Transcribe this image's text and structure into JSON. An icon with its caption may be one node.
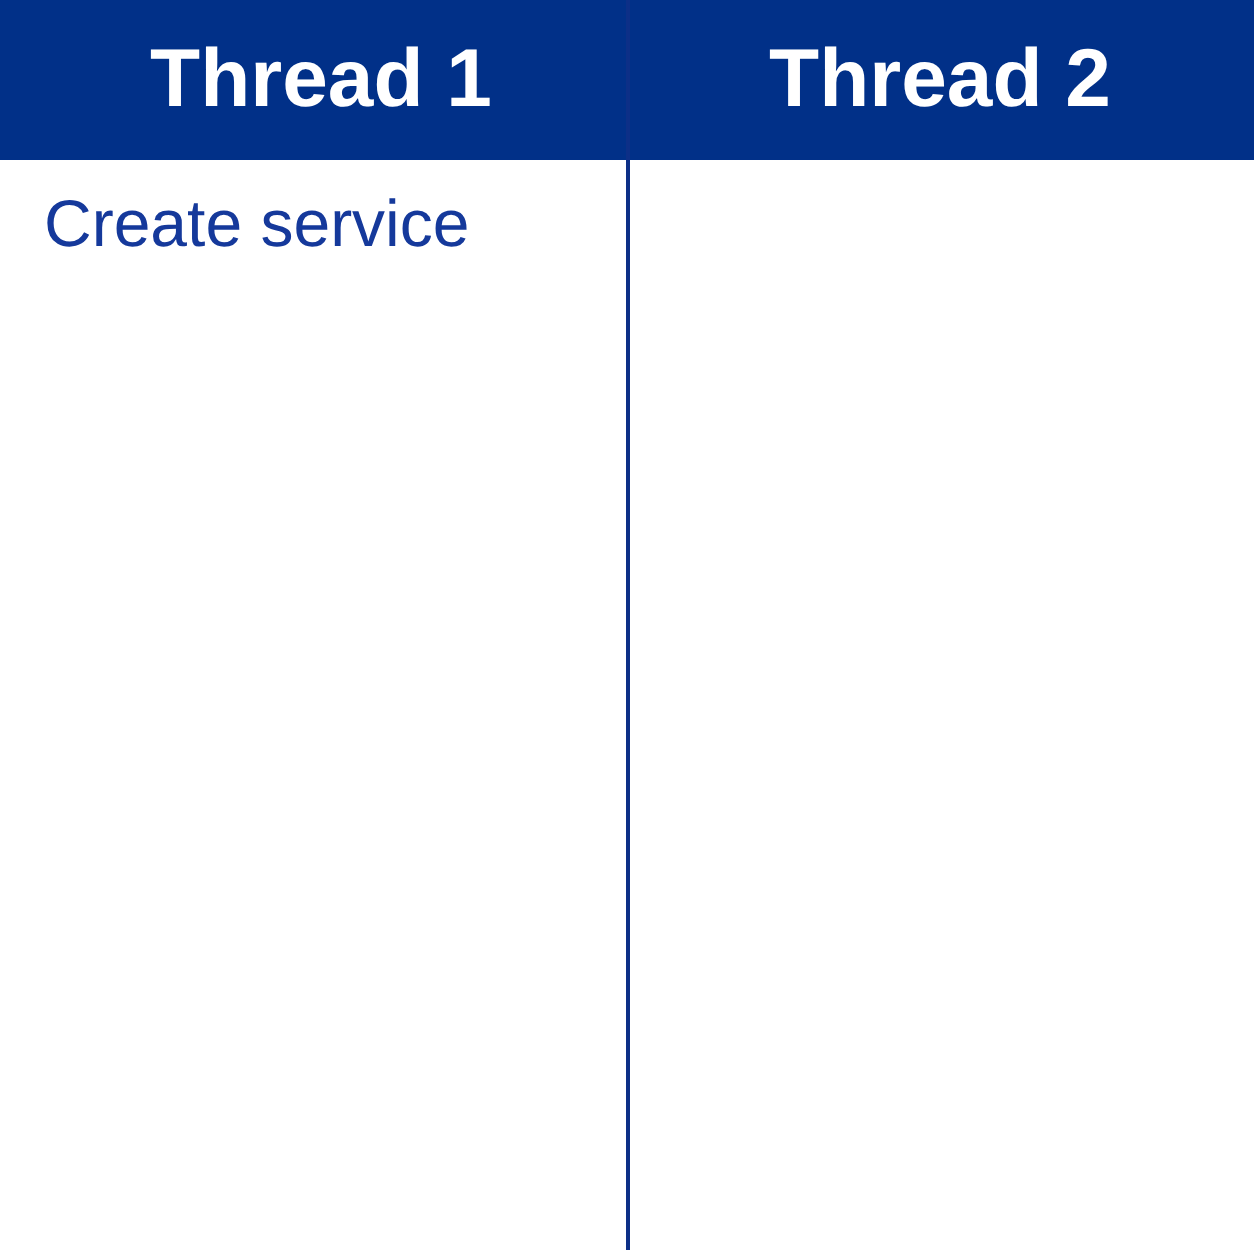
{
  "diagram": {
    "nodes": [
      {
        "text": [
          "Thread 1"
        ]
      },
      {
        "text": [
          "Thread 2"
        ]
      }
    ],
    "labels": [
      "Create service"
    ]
  }
}
